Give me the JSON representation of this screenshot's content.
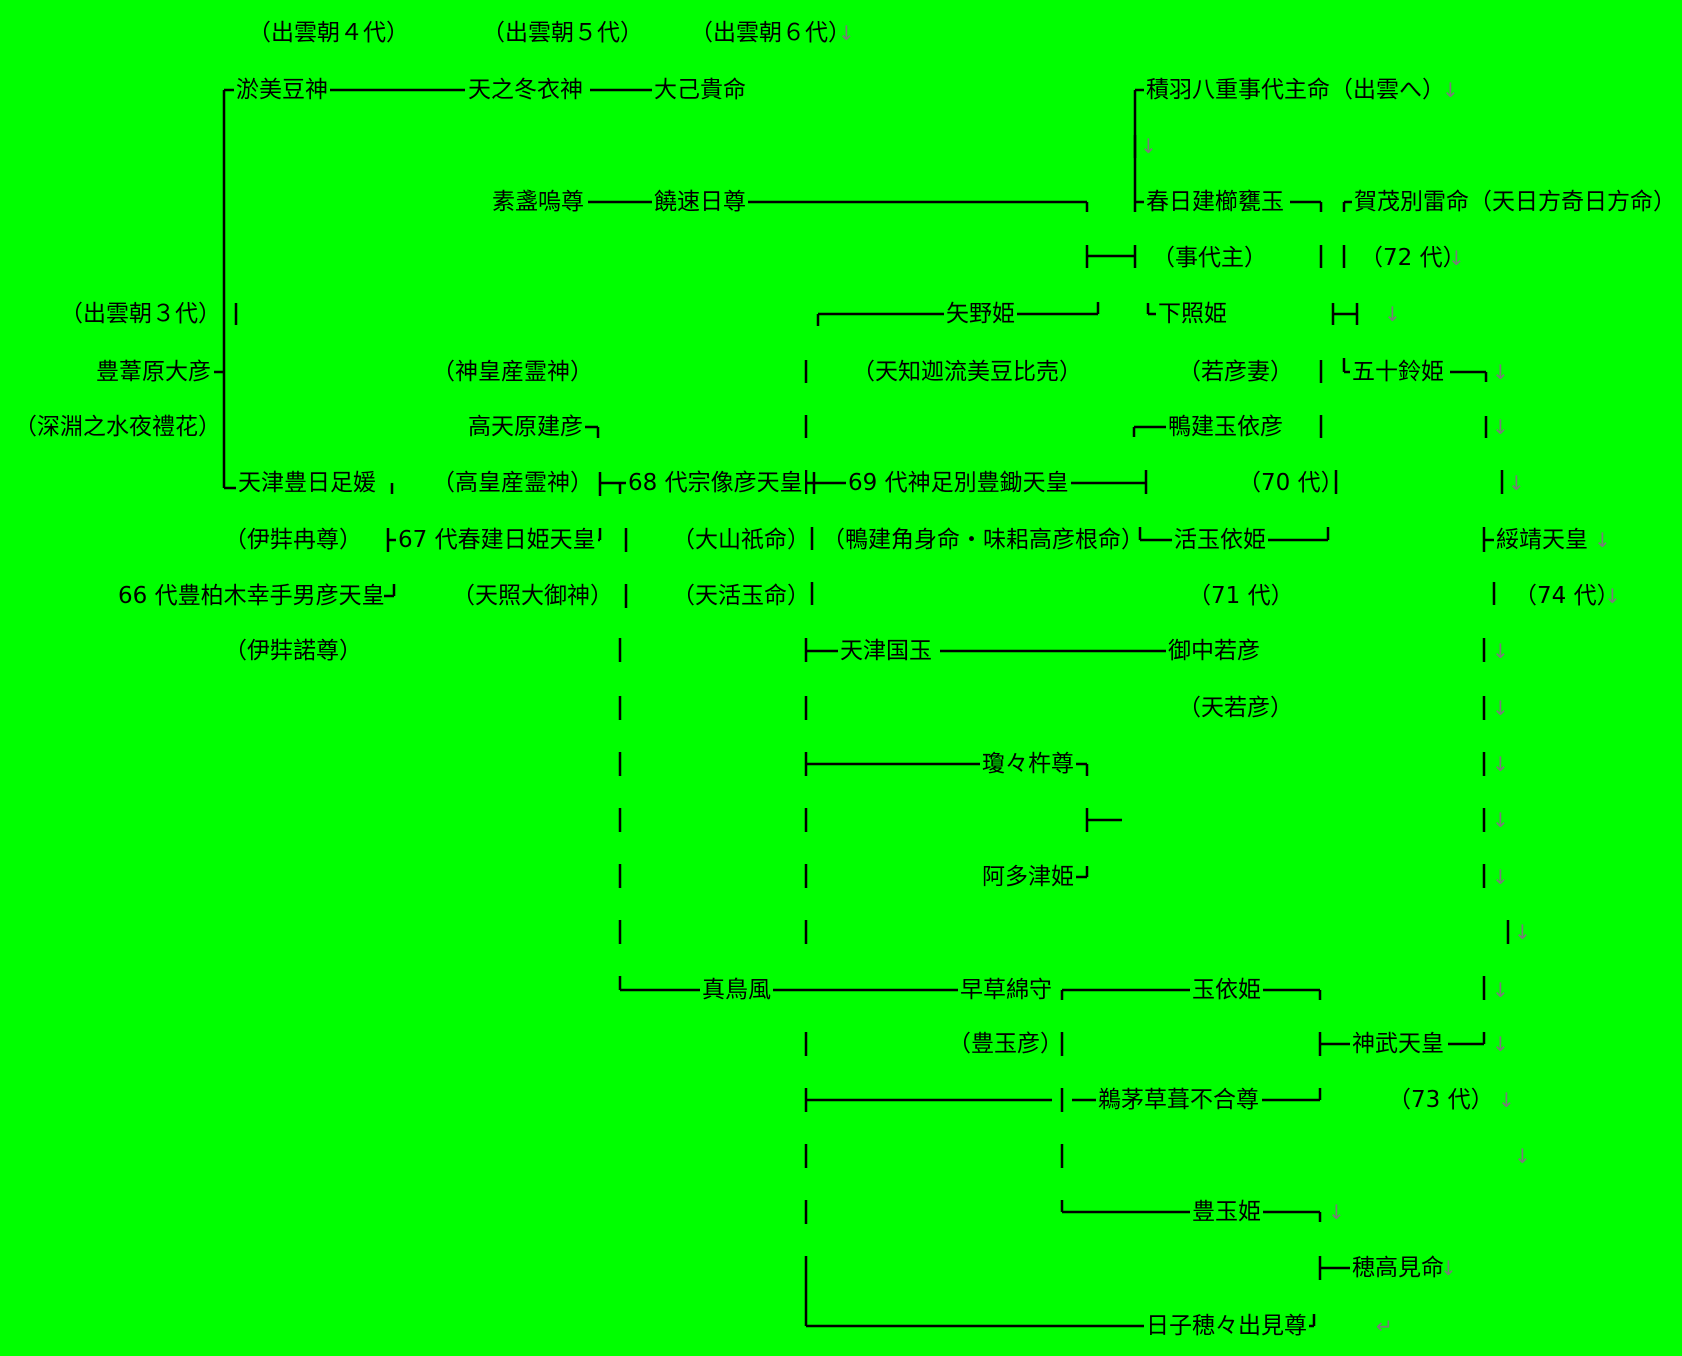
{
  "colors": {
    "background": "#00ff00",
    "line": "#000000",
    "arrow": "#7a7a7a"
  },
  "labels": {
    "izumo4": "（出雲朝４代）",
    "izumo5": "（出雲朝５代）",
    "izumo6": "（出雲朝６代）",
    "omizu": "淤美豆神",
    "amenofuyu": "天之冬衣神",
    "onamuchi": "大己貴命",
    "tsumiha": "積羽八重事代主命（出雲へ）",
    "susano": "素盞嗚尊",
    "nigihayahi": "饒速日尊",
    "kasuga": "春日建櫛甕玉",
    "kamo": "賀茂別雷命（天日方奇日方命）",
    "kotoshiro": "（事代主）",
    "gen72": "（72 代）",
    "izumo3": "（出雲朝３代）",
    "yano": "矢野姫",
    "shitateru": "下照姫",
    "toyoashi": "豊葦原大彦",
    "kamimusubi": "（神皇産霊神）",
    "amechika": "（天知迦流美豆比売）",
    "wakahikotsuma": "（若彦妻）",
    "isuzu": "五十鈴姫",
    "fukabuchi": "（深淵之水夜禮花）",
    "takamahara": "高天原建彦",
    "kamotake": "鴨建玉依彦",
    "amatsutoyo": "天津豊日足媛",
    "takamimusubi": "（高皇産霊神）",
    "munakata": "68 代宗像彦天皇",
    "kamitari": "69 代神足別豊鋤天皇",
    "gen70": "（70 代）",
    "izanami": "（伊弉冉尊）",
    "kasugatake": "67 代春建日姫天皇",
    "oyamazumi": "（大山祇命）",
    "kamotakekado": "（鴨建角身命・味耜高彦根命）",
    "ikutama": "活玉依姫",
    "suizei": "綏靖天皇",
    "toyokashi": "66 代豊柏木幸手男彦天皇",
    "amaterasu": "（天照大御神）",
    "amenoikutama": "（天活玉命）",
    "gen71": "（71 代）",
    "gen74": "（74 代）",
    "izanagi": "（伊弉諾尊）",
    "amatsukunitama": "天津国玉",
    "mikanakawaka": "御中若彦",
    "amewakahiko": "（天若彦）",
    "ninigi": "瓊々杵尊",
    "atatsu": "阿多津姫",
    "matorikaze": "真鳥風",
    "hayakusa": "早草綿守",
    "tamayori": "玉依姫",
    "toyotamahiko": "（豊玉彦）",
    "jimmu": "神武天皇",
    "ugaya": "鵜茅草葺不合尊",
    "gen73": "（73 代）",
    "toyotama": "豊玉姫",
    "hotakami": "穂高見命",
    "hikoho": "日子穂々出見尊"
  },
  "marks": {
    "down_arrow": "↓",
    "return_mark": "↵"
  }
}
